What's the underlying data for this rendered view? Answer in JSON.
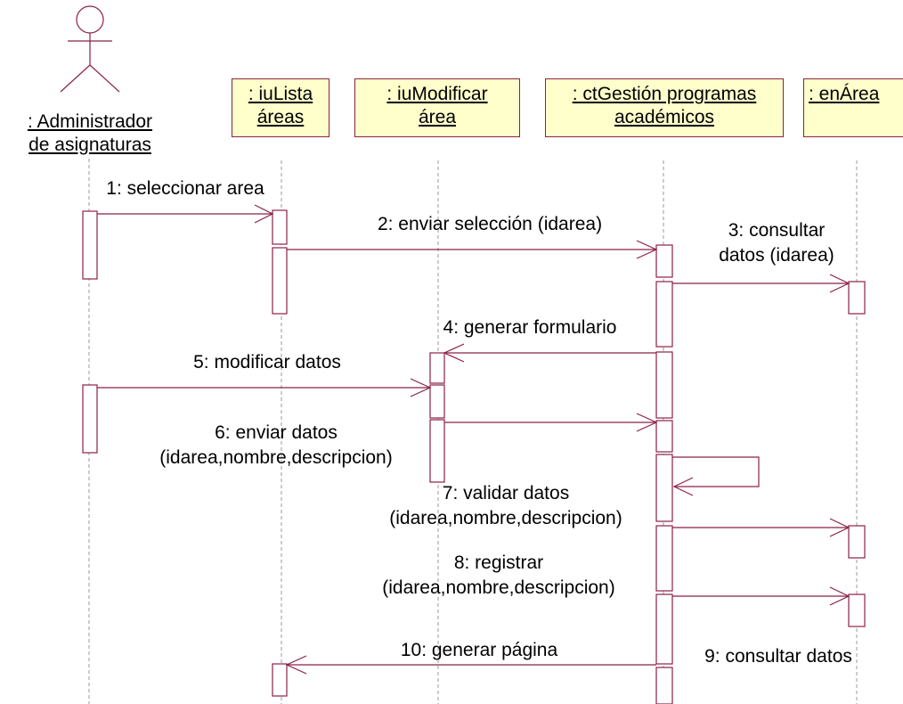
{
  "actor": {
    "label_line1": ": Administrador",
    "label_line2": "de asignaturas"
  },
  "objects": [
    {
      "line1": ": iuLista",
      "line2": "áreas"
    },
    {
      "line1": ": iuModificar",
      "line2": "área"
    },
    {
      "line1": ": ctGestión programas",
      "line2": "académicos"
    },
    {
      "line1": ": enÁrea",
      "line2": ""
    }
  ],
  "messages": [
    {
      "line1": "1: seleccionar area",
      "line2": ""
    },
    {
      "line1": "2: enviar selección (idarea)",
      "line2": ""
    },
    {
      "line1": "3: consultar",
      "line2": "datos (idarea)"
    },
    {
      "line1": "4: generar formulario",
      "line2": ""
    },
    {
      "line1": "5: modificar datos",
      "line2": ""
    },
    {
      "line1": "6: enviar datos",
      "line2": "(idarea,nombre,descripcion)"
    },
    {
      "line1": "7: validar datos",
      "line2": "(idarea,nombre,descripcion)"
    },
    {
      "line1": "8: registrar",
      "line2": "(idarea,nombre,descripcion)"
    },
    {
      "line1": "9: consultar datos",
      "line2": ""
    },
    {
      "line1": "10: generar página",
      "line2": ""
    }
  ],
  "colors": {
    "line": "#8a2243",
    "box_fill": "#ffffcc",
    "lifeline": "#999999"
  }
}
